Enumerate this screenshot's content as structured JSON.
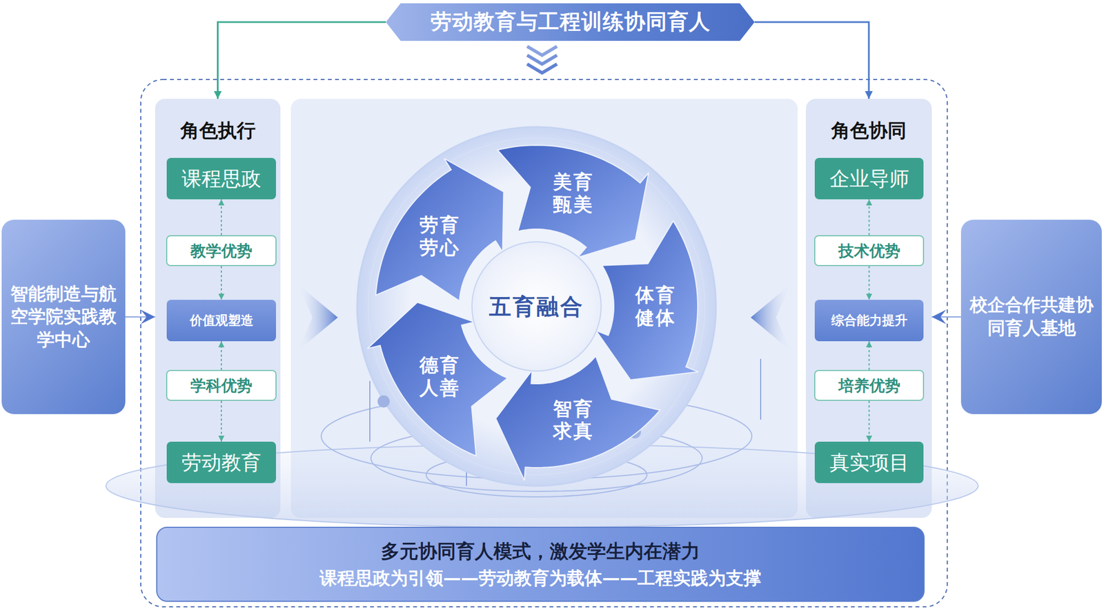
{
  "diagram": {
    "nodes": [
      {
        "text": [
          "劳动教育与工程训练协同育人"
        ]
      },
      {
        "text": [
          "角色执行"
        ]
      },
      {
        "text": [
          "课程思政"
        ],
        "in": 1
      },
      {
        "text": [
          "教学优势"
        ],
        "in": 1
      },
      {
        "text": [
          "价值观塑造"
        ],
        "in": 1
      },
      {
        "text": [
          "学科优势"
        ],
        "in": 1
      },
      {
        "text": [
          "劳动教育"
        ],
        "in": 1
      },
      {
        "text": [
          "角色协同"
        ]
      },
      {
        "text": [
          "企业导师"
        ],
        "in": 7
      },
      {
        "text": [
          "技术优势"
        ],
        "in": 7
      },
      {
        "text": [
          "综合能力提升"
        ],
        "in": 7
      },
      {
        "text": [
          "培养优势"
        ],
        "in": 7
      },
      {
        "text": [
          "真实项目"
        ],
        "in": 7
      },
      {
        "text": [
          "智能制造与航空学院实践教学中心"
        ]
      },
      {
        "text": [
          "校企合作共建协同育人基地"
        ]
      },
      {
        "text": [
          "五育融合"
        ]
      },
      {
        "text": [
          "劳育 劳心"
        ]
      },
      {
        "text": [
          "美育 甄美"
        ]
      },
      {
        "text": [
          "体育 健体"
        ]
      },
      {
        "text": [
          "智育 求真"
        ]
      },
      {
        "text": [
          "德育 人善"
        ]
      },
      {
        "text": [
          "多元协同育人模式，激发学生内在潜力",
          "课程思政为引领——劳动教育为载体——工程实践为支撑"
        ]
      }
    ],
    "edges": [
      {
        "from": 0,
        "to": 1,
        "arrow": "to"
      },
      {
        "from": 0,
        "to": 7,
        "arrow": "to"
      },
      {
        "from": 3,
        "to": 2,
        "arrow": "to"
      },
      {
        "from": 3,
        "to": 4,
        "arrow": "to"
      },
      {
        "from": 5,
        "to": 4,
        "arrow": "to"
      },
      {
        "from": 5,
        "to": 6,
        "arrow": "to"
      },
      {
        "from": 9,
        "to": 8,
        "arrow": "to"
      },
      {
        "from": 9,
        "to": 10,
        "arrow": "to"
      },
      {
        "from": 11,
        "to": 10,
        "arrow": "to"
      },
      {
        "from": 11,
        "to": 12,
        "arrow": "to"
      },
      {
        "from": 13,
        "to": 1,
        "arrow": "to"
      },
      {
        "from": 14,
        "to": 7,
        "arrow": "to"
      }
    ]
  }
}
